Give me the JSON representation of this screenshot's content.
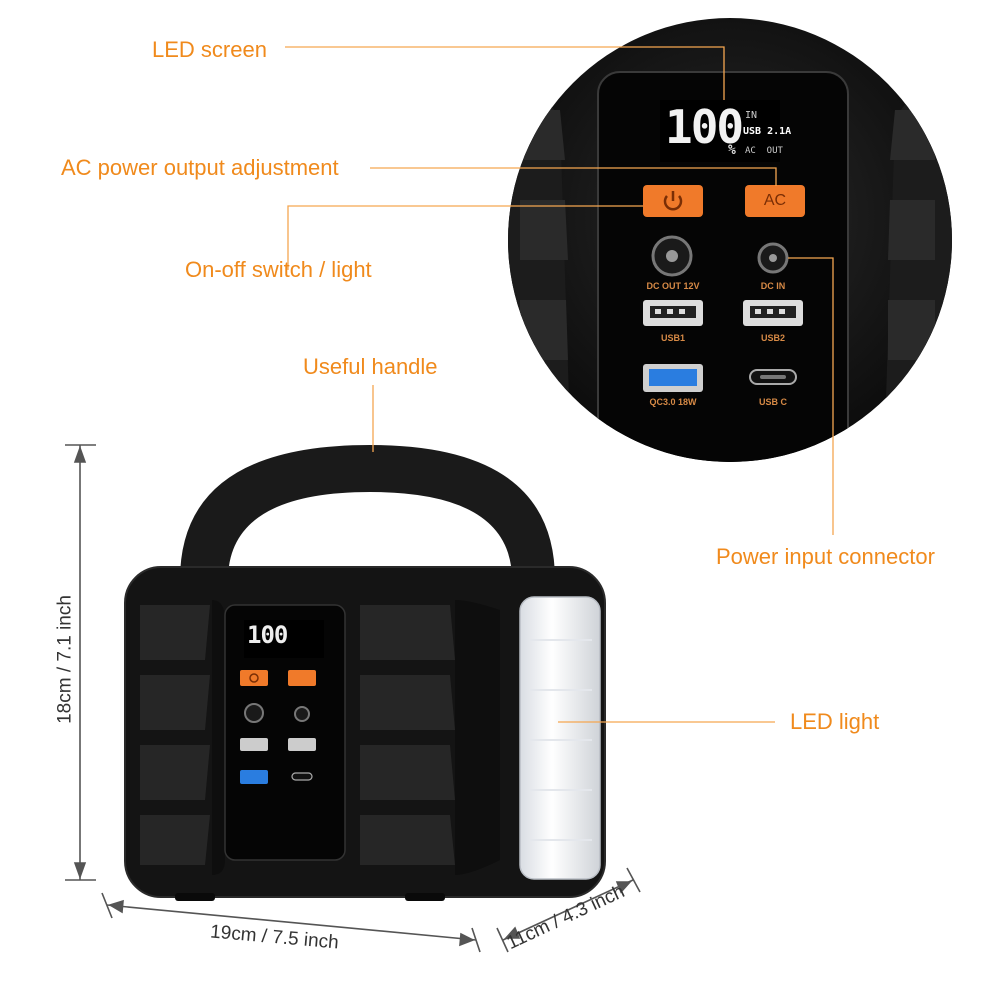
{
  "callouts": {
    "led_screen": "LED screen",
    "ac_adjust": "AC power output adjustment",
    "onoff": "On-off switch / light",
    "handle": "Useful handle",
    "power_input": "Power input connector",
    "led_light": "LED light"
  },
  "dimensions": {
    "height": "18cm / 7.1 inch",
    "width": "19cm / 7.5 inch",
    "depth": "11cm / 4.3 inch"
  },
  "panel": {
    "lcd_value": "100",
    "lcd_percent": "%",
    "lcd_in": "IN",
    "lcd_usb": "USB 2.1A",
    "lcd_acout": "AC  OUT",
    "ac_button": "AC",
    "dc_out": "DC OUT 12V",
    "dc_in": "DC IN",
    "usb1": "USB1",
    "usb2": "USB2",
    "qc": "QC3.0 18W",
    "usbc": "USB C"
  },
  "colors": {
    "accent": "#f08a1c",
    "body": "#141414",
    "button": "#f07a2a",
    "usb_qc": "#2a7de0",
    "light": "#f2f4f7"
  }
}
